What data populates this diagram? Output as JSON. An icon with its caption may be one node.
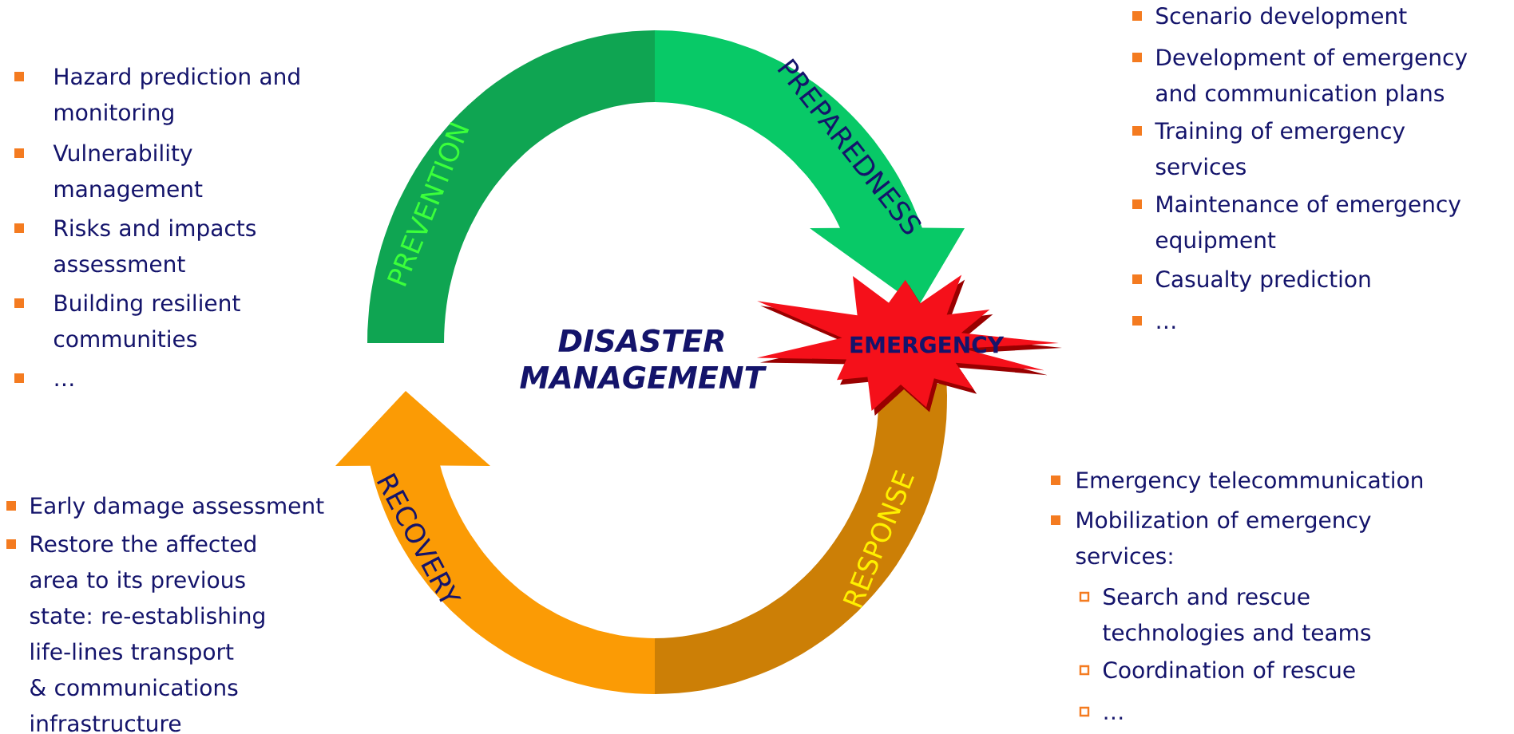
{
  "diagram": {
    "nodes": [
      {
        "text": [
          "PREVENTION"
        ]
      },
      {
        "text": [
          "PREPAREDNESS"
        ]
      },
      {
        "text": [
          "EMERGENCY"
        ]
      },
      {
        "text": [
          "RESPONSE"
        ]
      },
      {
        "text": [
          "RECOVERY"
        ]
      }
    ],
    "labels": [
      "Hazard prediction and monitoring",
      "Vulnerability management",
      "Risks and impacts assessment",
      "Building resilient communities",
      "…",
      "Scenario development",
      "Development of emergency and communication plans",
      "Training of emergency services",
      "Maintenance of emergency equipment",
      "Casualty prediction",
      "…",
      "DISASTER MANAGEMENT",
      "Early damage assessment",
      "Restore the affected area to its previous state: re-establishing life-lines transport & communications infrastructure",
      "Emergency telecommunication",
      "Mobilization of emergency services:",
      "Search and rescue technologies and teams",
      "Coordination of rescue",
      "…"
    ]
  }
}
